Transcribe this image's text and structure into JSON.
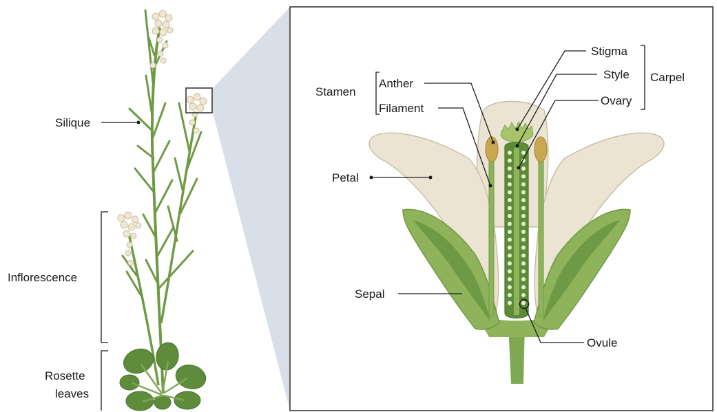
{
  "plant_labels": {
    "silique": "Silique",
    "inflorescence": "Inflorescence",
    "rosette_line1": "Rosette",
    "rosette_line2": "leaves"
  },
  "flower_labels": {
    "stamen": "Stamen",
    "anther": "Anther",
    "filament": "Filament",
    "stigma": "Stigma",
    "style": "Style",
    "ovary": "Ovary",
    "carpel": "Carpel",
    "petal": "Petal",
    "sepal": "Sepal",
    "ovule": "Ovule"
  },
  "colors": {
    "stem": "#6f9a45",
    "leaf": "#5e8c3a",
    "petal": "#ece4d2",
    "petal_edge": "#c9bfa8",
    "sepal": "#8fb35a",
    "carpel": "#5d8c37",
    "anther": "#c8a850",
    "zoom_wedge": "#d9dfe9",
    "frame": "#2a2a2a"
  }
}
